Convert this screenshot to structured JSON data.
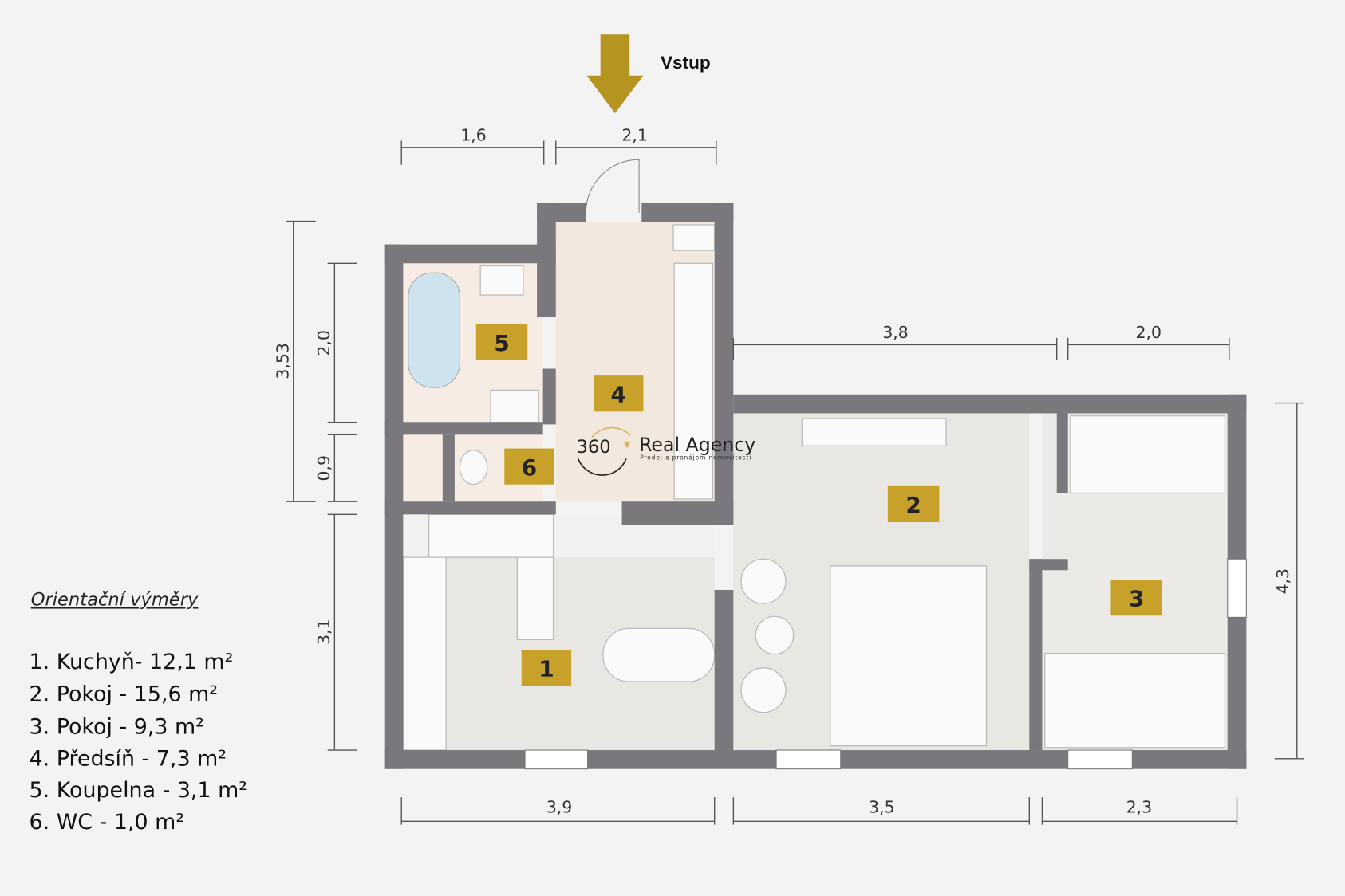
{
  "entrance_label": "Vstup",
  "dimensions": {
    "top_left": "1,6",
    "top_right": "2,1",
    "left_total": "3,53",
    "left_bath": "2,0",
    "left_wc": "0,9",
    "left_kitchen": "3,1",
    "mid_top_left": "3,8",
    "mid_top_right": "2,0",
    "right": "4,3",
    "bottom_1": "3,9",
    "bottom_2": "3,5",
    "bottom_3": "2,3"
  },
  "room_numbers": [
    "1",
    "2",
    "3",
    "4",
    "5",
    "6"
  ],
  "logo": {
    "number": "360",
    "name": "Real Agency",
    "tagline": "Prodej a pronájem nemovitostí"
  },
  "legend": {
    "title": "Orientační výměry",
    "items": [
      "1. Kuchyň- 12,1 m²",
      "2. Pokoj - 15,6 m²",
      "3. Pokoj - 9,3 m²",
      "4. Předsíň - 7,3 m²",
      "5. Koupelna - 3,1 m²",
      "6. WC - 1,0 m²"
    ]
  },
  "colors": {
    "label": "#c8a12a",
    "wall": "#7a787d",
    "arrow": "#b5951f"
  }
}
